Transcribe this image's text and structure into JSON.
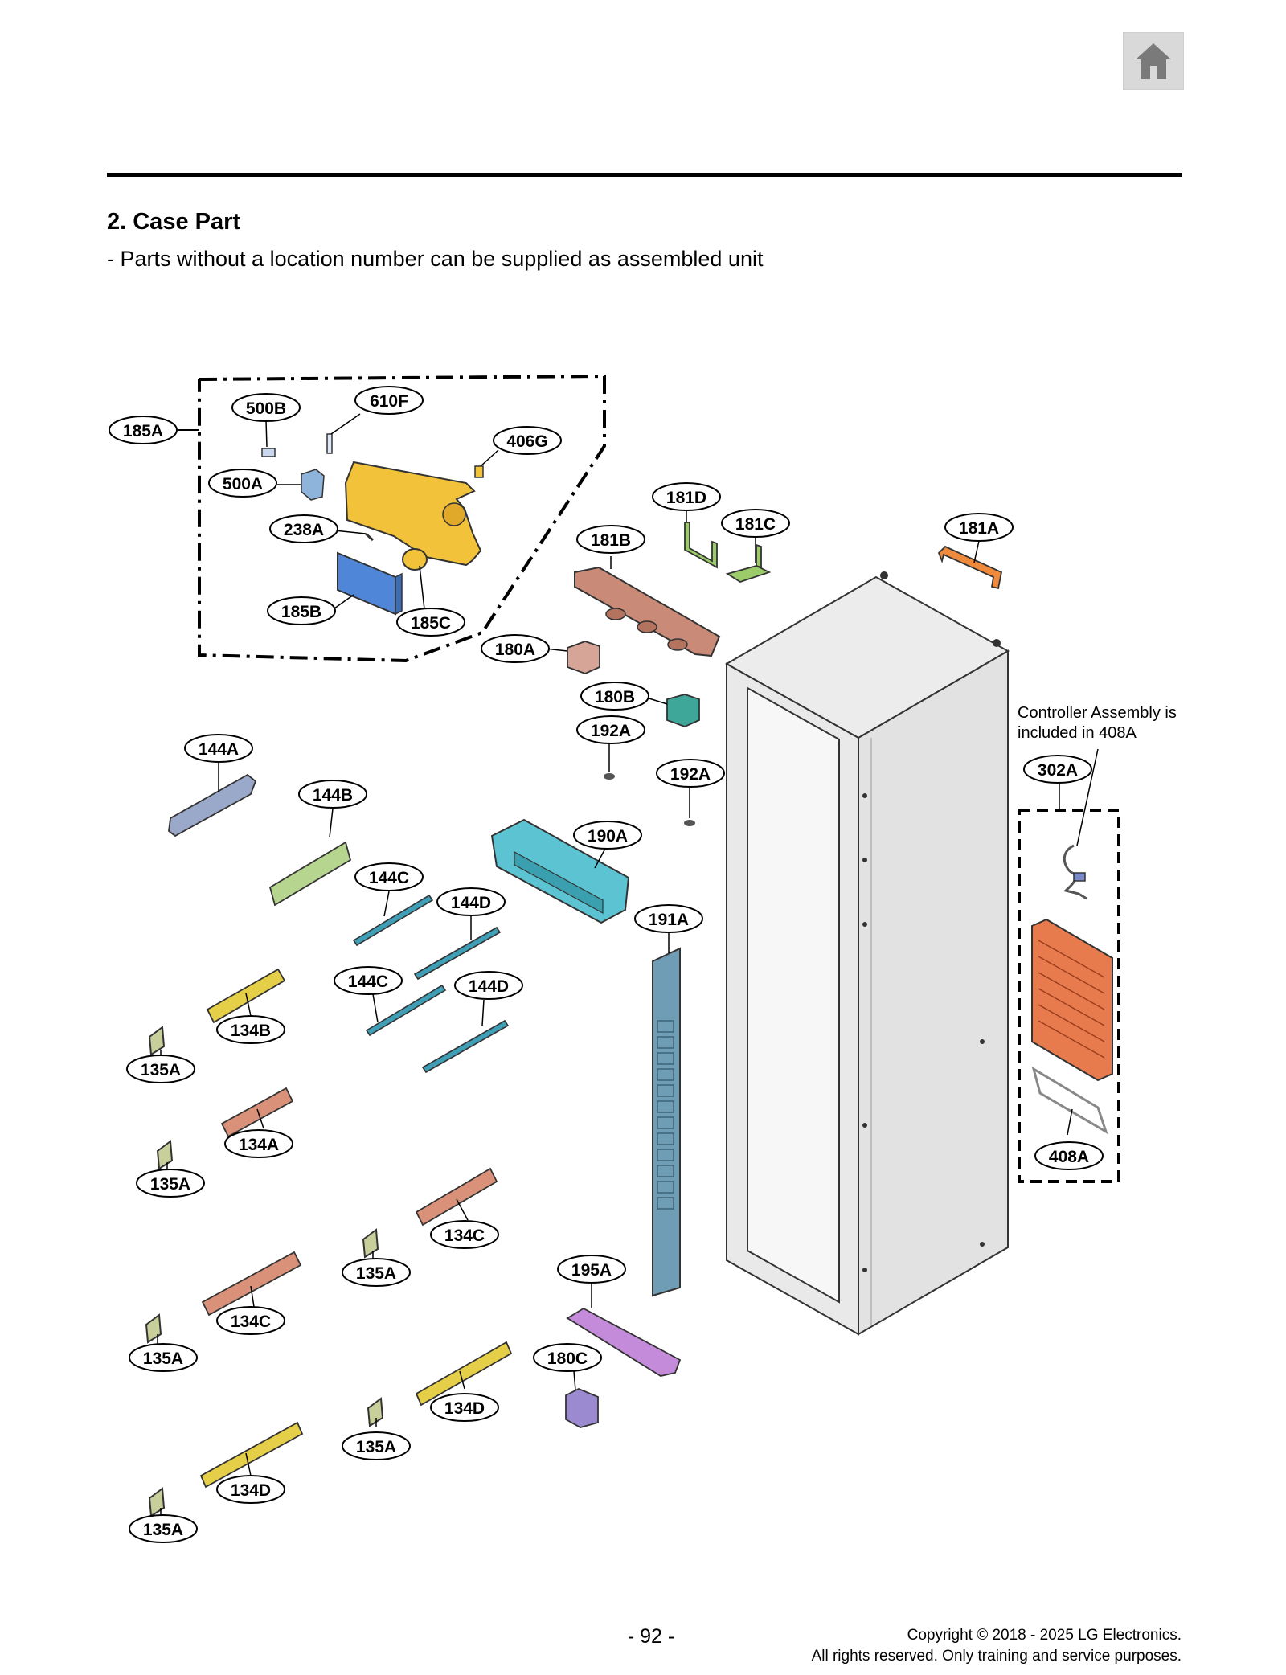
{
  "header": {
    "home_icon": "home-icon"
  },
  "section": {
    "title": "2. Case Part",
    "note": "- Parts without a location number can be supplied as assembled unit"
  },
  "diagram": {
    "callouts": {
      "c185A": "185A",
      "c500B": "500B",
      "c610F": "610F",
      "c406G": "406G",
      "c500A": "500A",
      "c238A": "238A",
      "c185B": "185B",
      "c185C": "185C",
      "c181D": "181D",
      "c181C": "181C",
      "c181B": "181B",
      "c181A": "181A",
      "c180A": "180A",
      "c180B": "180B",
      "c192A_1": "192A",
      "c192A_2": "192A",
      "c144A": "144A",
      "c144B": "144B",
      "c190A": "190A",
      "c144C_1": "144C",
      "c144D_1": "144D",
      "c191A": "191A",
      "c144C_2": "144C",
      "c144D_2": "144D",
      "c134B": "134B",
      "c135A_1": "135A",
      "c134A": "134A",
      "c135A_2": "135A",
      "c134C_1": "134C",
      "c135A_3": "135A",
      "c134C_2": "134C",
      "c135A_4": "135A",
      "c195A": "195A",
      "c180C": "180C",
      "c134D_1": "134D",
      "c135A_5": "135A",
      "c134D_2": "134D",
      "c135A_6": "135A",
      "c302A": "302A",
      "c408A": "408A"
    },
    "controller_note": {
      "line1": "Controller Assembly is",
      "line2": "included in 408A"
    },
    "part_colors": {
      "control_box": "#f2c23a",
      "led_cover": "#4f86d8",
      "bracket_brown": "#c98a78",
      "bracket_green": "#9ccc6a",
      "bracket_orange": "#ef8a3c",
      "duct_cyan": "#5bc3d2",
      "duct_blue": "#6f9db5",
      "rail_teal": "#3e9fb6",
      "hinge_yellow": "#e5cf48",
      "hinge_copper": "#d9917a",
      "tray_purple": "#c38bd9",
      "evaporator": "#e77b4e",
      "cabinet": "#e4e4e4"
    }
  },
  "footer": {
    "page_number": "- 92 -",
    "copyright_line1": "Copyright © 2018 - 2025 LG Electronics.",
    "copyright_line2": "All rights reserved. Only training and service purposes."
  }
}
